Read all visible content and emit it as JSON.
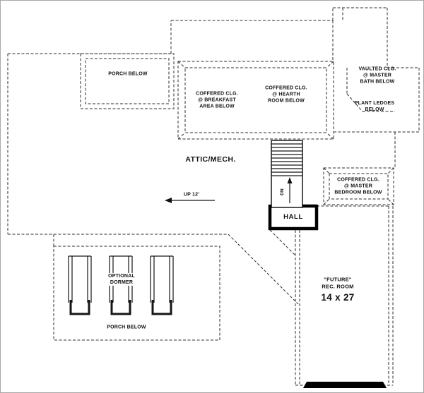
{
  "plan": {
    "colors": {
      "background": "#ffffff",
      "dashed_line": "#2c2c2c",
      "solid_wall": "#000000"
    },
    "rooms": {
      "porch_top": {
        "label": "PORCH BELOW"
      },
      "breakfast": {
        "label": "COFFERED CLG.\n@ BREAKFAST\nAREA BELOW"
      },
      "hearth": {
        "label": "COFFERED CLG.\n@ HEARTH\nROOM BELOW"
      },
      "master_bath": {
        "label": "VAULTED CLG.\n@ MASTER\nBATH BELOW"
      },
      "plant_ledges": {
        "label": "PLANT LEDGES\nBELOW"
      },
      "attic": {
        "label": "ATTIC/MECH."
      },
      "stair_up": {
        "label": "UP 12'"
      },
      "stair_dn": {
        "label": "DN"
      },
      "hall": {
        "label": "HALL"
      },
      "master_bedroom": {
        "label": "COFFERED CLG.\n@ MASTER\nBEDROOM BELOW"
      },
      "optional_dormer": {
        "label": "OPTIONAL\nDORMER"
      },
      "porch_bottom": {
        "label": "PORCH BELOW"
      },
      "rec_room": {
        "label": "\"FUTURE\"\nREC. ROOM",
        "size": "14 x 27"
      }
    }
  }
}
